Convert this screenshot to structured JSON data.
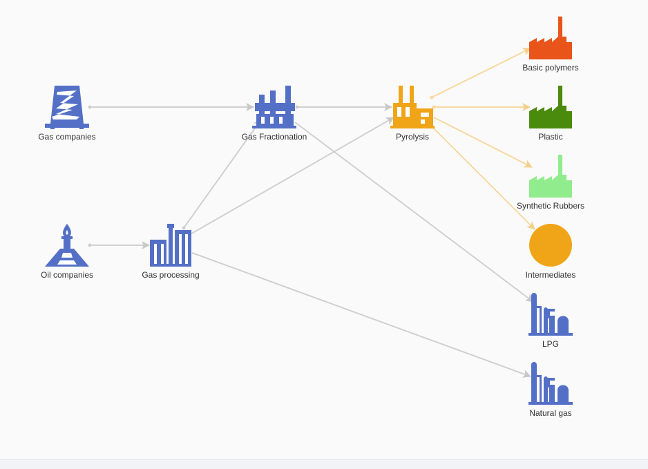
{
  "colors": {
    "blue": "#5470c6",
    "orange": "#f0a519",
    "red_orange": "#e8541a",
    "green": "#4a8a0c",
    "light_green": "#90ec8c",
    "edge_gray": "#d0d0d0",
    "edge_orange": "#f7d8a0",
    "label": "#333333"
  },
  "nodes": [
    {
      "id": "gas-companies",
      "label": "Gas companies",
      "icon": "oil-derrick-icon",
      "color": "#5470c6"
    },
    {
      "id": "oil-companies",
      "label": "Oil companies",
      "icon": "oil-well-flame-icon",
      "color": "#5470c6"
    },
    {
      "id": "gas-processing",
      "label": "Gas processing",
      "icon": "gas-processing-plant-icon",
      "color": "#5470c6"
    },
    {
      "id": "gas-fractionation",
      "label": "Gas Fractionation",
      "icon": "fractionation-plant-icon",
      "color": "#5470c6"
    },
    {
      "id": "pyrolysis",
      "label": "Pyrolysis",
      "icon": "pyrolysis-plant-icon",
      "color": "#f0a519"
    },
    {
      "id": "basic-polymers",
      "label": "Basic polymers",
      "icon": "factory-icon",
      "color": "#e8541a"
    },
    {
      "id": "plastic",
      "label": "Plastic",
      "icon": "factory-icon",
      "color": "#4a8a0c"
    },
    {
      "id": "synthetic-rubbers",
      "label": "Synthetic Rubbers",
      "icon": "factory-icon",
      "color": "#90ec8c"
    },
    {
      "id": "intermediates",
      "label": "Intermediates",
      "icon": "circle-icon",
      "color": "#f0a519"
    },
    {
      "id": "lpg",
      "label": "LPG",
      "icon": "refinery-icon",
      "color": "#5470c6"
    },
    {
      "id": "natural-gas",
      "label": "Natural gas",
      "icon": "refinery-icon",
      "color": "#5470c6"
    }
  ],
  "edges": [
    {
      "from": "gas-companies",
      "to": "gas-fractionation",
      "color": "#d0d0d0"
    },
    {
      "from": "oil-companies",
      "to": "gas-processing",
      "color": "#d0d0d0"
    },
    {
      "from": "gas-processing",
      "to": "gas-fractionation",
      "color": "#d0d0d0"
    },
    {
      "from": "gas-processing",
      "to": "pyrolysis",
      "color": "#d0d0d0"
    },
    {
      "from": "gas-processing",
      "to": "natural-gas",
      "color": "#d0d0d0"
    },
    {
      "from": "gas-fractionation",
      "to": "pyrolysis",
      "color": "#d0d0d0"
    },
    {
      "from": "gas-fractionation",
      "to": "lpg",
      "color": "#d0d0d0"
    },
    {
      "from": "pyrolysis",
      "to": "basic-polymers",
      "color": "#f7d8a0"
    },
    {
      "from": "pyrolysis",
      "to": "plastic",
      "color": "#f7d8a0"
    },
    {
      "from": "pyrolysis",
      "to": "synthetic-rubbers",
      "color": "#f7d8a0"
    },
    {
      "from": "pyrolysis",
      "to": "intermediates",
      "color": "#f7d8a0"
    }
  ]
}
